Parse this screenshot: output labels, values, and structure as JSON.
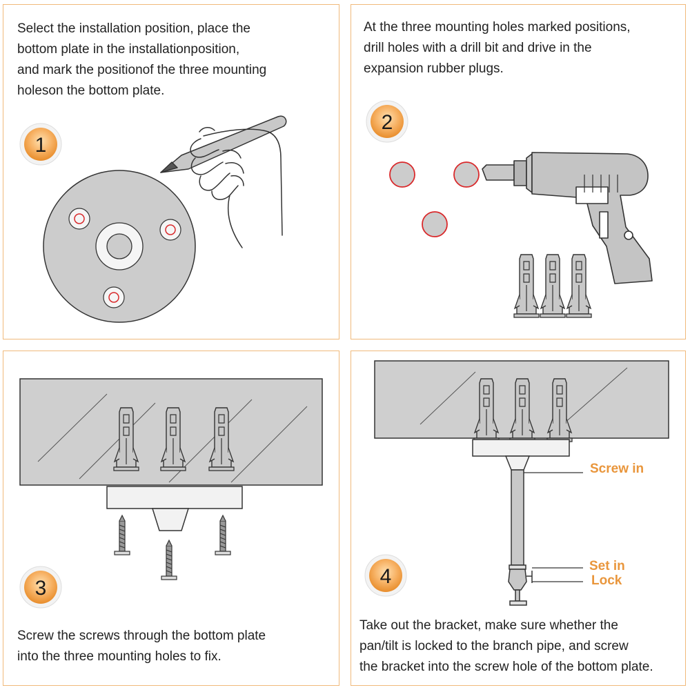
{
  "steps": [
    {
      "number": "1",
      "text_lines": [
        "Select the installation position, place the",
        "bottom plate in the installationposition,",
        "and mark the positionof the three mounting",
        "holeson the bottom plate."
      ]
    },
    {
      "number": "2",
      "text_lines": [
        "At the three mounting holes marked positions,",
        "drill holes with a drill bit and drive in the",
        "expansion rubber plugs."
      ]
    },
    {
      "number": "3",
      "text_lines": [
        "Screw the screws through the bottom plate",
        "into the three mounting holes to fix."
      ]
    },
    {
      "number": "4",
      "text_lines": [
        "Take out the bracket, make sure whether the",
        "pan/tilt is locked to the branch pipe, and screw",
        "the bracket into the screw hole of the bottom plate."
      ],
      "labels": {
        "screw_in": "Screw in",
        "set_in": "Set in",
        "lock": "Lock"
      }
    }
  ],
  "colors": {
    "panel_border": "#f0b97a",
    "accent_orange": "#e9963c",
    "badge_inner": "#f7b265",
    "mark_red": "#d9292b",
    "part_gray": "#c8c8c8",
    "outline": "#333333"
  }
}
